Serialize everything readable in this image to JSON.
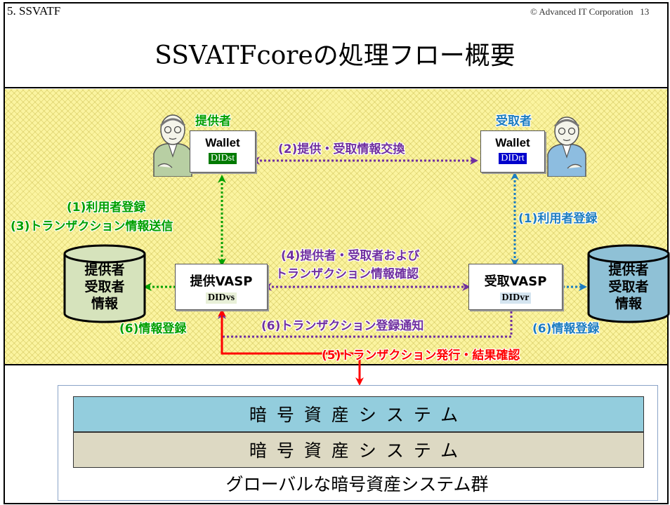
{
  "header": {
    "section": "5. SSVATF",
    "copyright": "© Advanced IT Corporation",
    "page_number": "13",
    "title": "SSVATFcoreの処理フロー概要"
  },
  "provider": {
    "role": "提供者",
    "wallet": "Wallet",
    "wallet_did": "DIDst",
    "vasp": "提供VASP",
    "vasp_did": "DIDvs",
    "db": [
      "提供者",
      "受取者",
      "情報"
    ]
  },
  "receiver": {
    "role": "受取者",
    "wallet": "Wallet",
    "wallet_did": "DIDrt",
    "vasp": "受取VASP",
    "vasp_did": "DIDvr",
    "db": [
      "提供者",
      "受取者",
      "情報"
    ]
  },
  "flows": {
    "step2": "(2)提供・受取情報交換",
    "step1_left": "(1)利用者登録",
    "step3": "(3)トランザクション情報送信",
    "step1_right": "(1)利用者登録",
    "step4_line1": "(4)提供者・受取者および",
    "step4_line2": "トランザクション情報確認",
    "step6_notify": "(6)トランザクション登録通知",
    "step6_left": "(6)情報登録",
    "step6_right": "(6)情報登録",
    "step5": "(5)トランザクション発行・結果確認"
  },
  "systems": {
    "bar1": "暗号資産システム",
    "bar2": "暗号資産システム",
    "caption": "グローバルな暗号資産システム群"
  },
  "colors": {
    "green": "#00a000",
    "purple": "#7030a0",
    "blue": "#1c7cc0",
    "red": "#ff0000",
    "did_provider_bg": "#007a00",
    "did_receiver_bg": "#0000cc",
    "db_provider_fill": "#d6e3bc",
    "db_receiver_fill": "#8fc1d6",
    "system_bar_1": "#93cddd",
    "system_bar_2": "#ddd9c3"
  }
}
